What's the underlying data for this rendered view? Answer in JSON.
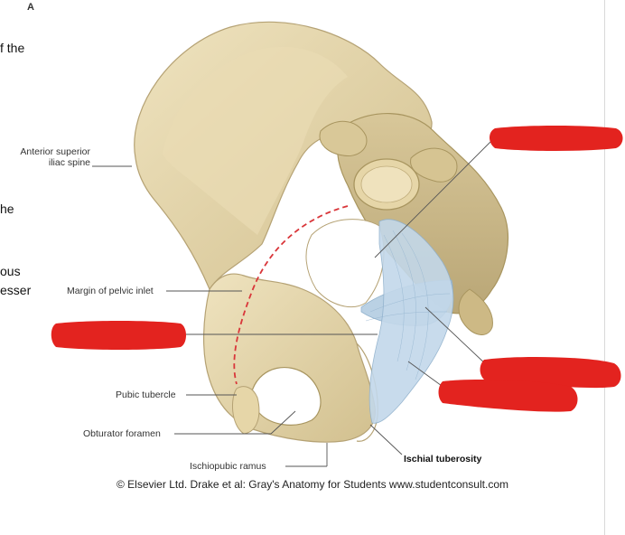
{
  "panel_letter": "A",
  "left_clipped_text": [
    "f the",
    "he",
    "ous",
    "esser"
  ],
  "labels": {
    "asis": "Anterior superior\niliac spine",
    "margin": "Margin of pelvic inlet",
    "pubic": "Pubic tubercle",
    "obturator": "Obturator foramen",
    "ischiopubic": "Ischiopubic ramus",
    "ischial": "Ischial tuberosity"
  },
  "caption": "© Elsevier Ltd. Drake et al: Gray's Anatomy for Students www.studentconsult.com",
  "colors": {
    "bone": "#e7d9b0",
    "bone_shadow": "#c8b585",
    "ligament": "#b7cfe3",
    "redaction": "#e3231f",
    "inlet_margin": "#d9363a",
    "leader": "#555555"
  }
}
